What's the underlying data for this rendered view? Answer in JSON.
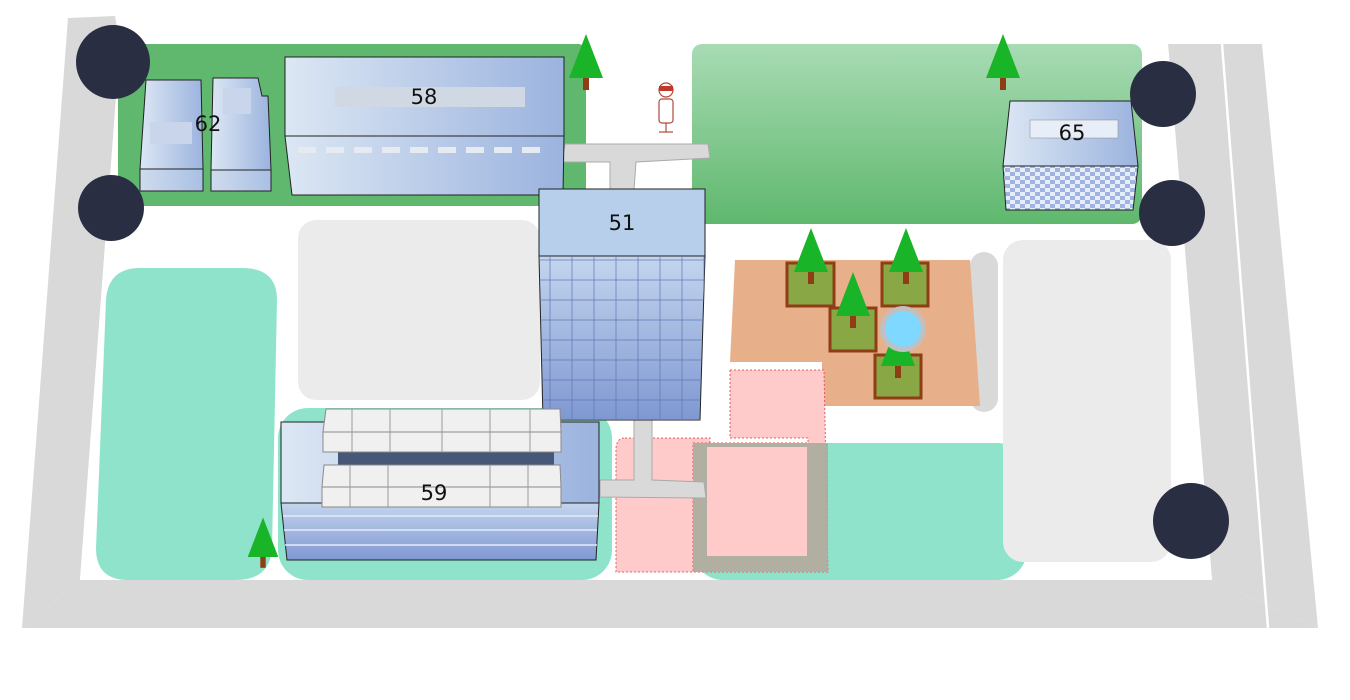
{
  "buildings": [
    {
      "id": "b62",
      "label": "62"
    },
    {
      "id": "b58",
      "label": "58"
    },
    {
      "id": "b51",
      "label": "51"
    },
    {
      "id": "b65",
      "label": "65"
    },
    {
      "id": "b59",
      "label": "59"
    }
  ],
  "icons": {
    "marker": "dark-circle-marker",
    "tree": "tree-icon",
    "person": "person-icon",
    "fountain": "fountain-icon"
  },
  "colors": {
    "road": "#d9d9d9",
    "lawn": "#5fb86e",
    "teal_lawn": "#8fe3cb",
    "pavement": "#ebebeb",
    "plaza": "#e7b08a",
    "pink_zone": "#ffcaca",
    "building": "#a9bfe2",
    "marker": "#292e42",
    "tree": "#19b427",
    "trunk": "#8e3d14"
  }
}
